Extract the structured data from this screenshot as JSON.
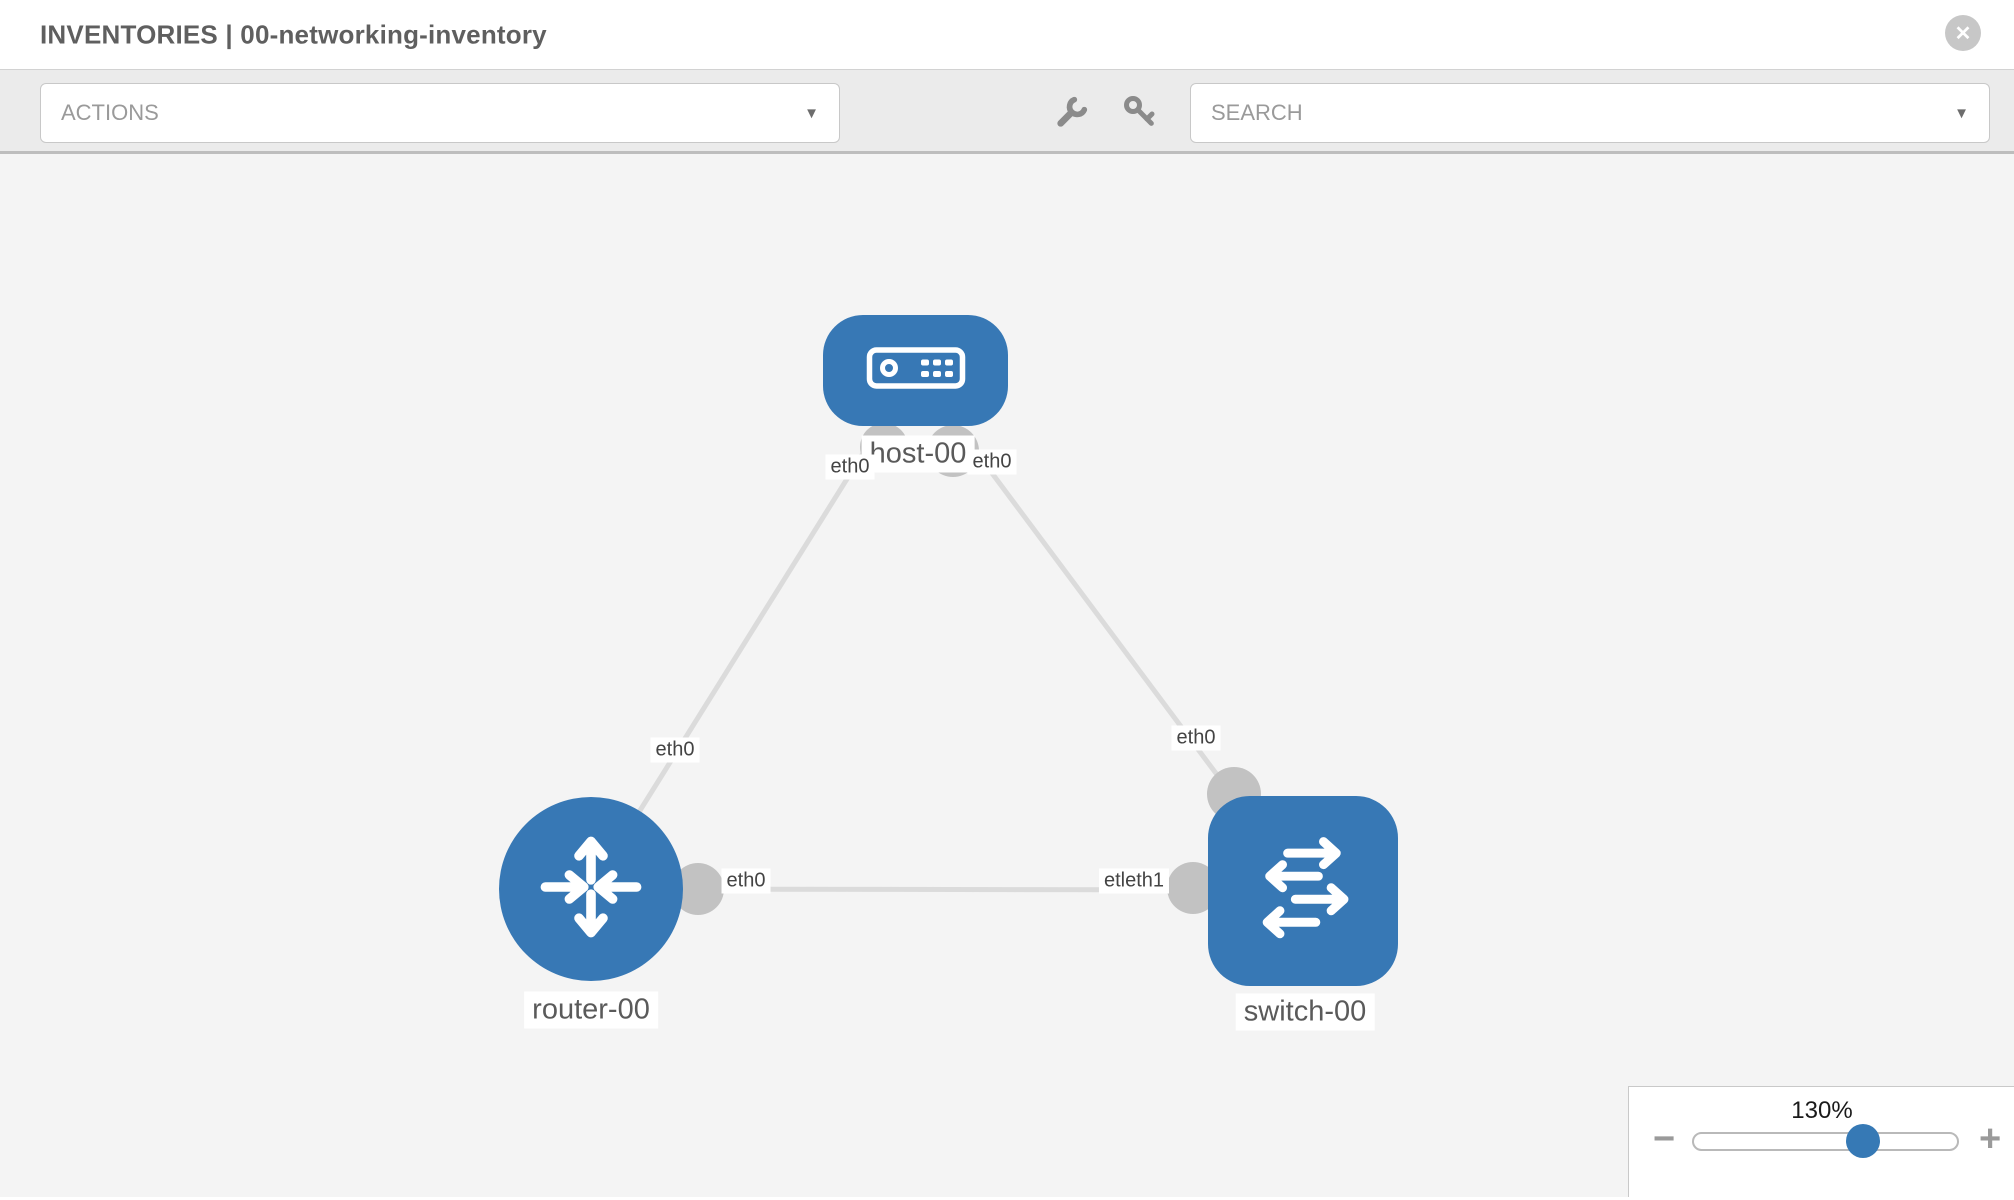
{
  "header": {
    "title": "INVENTORIES | 00-networking-inventory",
    "close_glyph": "✕"
  },
  "toolbar": {
    "actions_label": "ACTIONS",
    "search_label": "SEARCH",
    "caret_glyph": "▼",
    "icons": [
      "wrench-icon",
      "key-icon"
    ]
  },
  "topology": {
    "nodes": [
      {
        "label": "host-00",
        "type": "host",
        "shape": "rounded-rect"
      },
      {
        "label": "router-00",
        "type": "router",
        "shape": "circle"
      },
      {
        "label": "switch-00",
        "type": "switch",
        "shape": "rounded-square"
      }
    ],
    "links": [
      {
        "from": "host-00",
        "to": "router-00"
      },
      {
        "from": "host-00",
        "to": "switch-00"
      },
      {
        "from": "router-00",
        "to": "switch-00"
      }
    ],
    "interface_labels": {
      "host_left": "eth0",
      "host_right": "eth0",
      "link_host_router": "eth0",
      "link_host_switch": "eth0",
      "router_mid": "eth0",
      "switch_mid": "etleth1"
    }
  },
  "zoom_control": {
    "level": "130%",
    "minus_glyph": "−",
    "plus_glyph": "+"
  },
  "colors": {
    "node_blue": "#3778b5",
    "endpoint_gray": "#c2c2c2",
    "link_gray": "#dbdbdb",
    "canvas_bg": "#f4f4f4",
    "toolbar_bg": "#ebebeb"
  }
}
